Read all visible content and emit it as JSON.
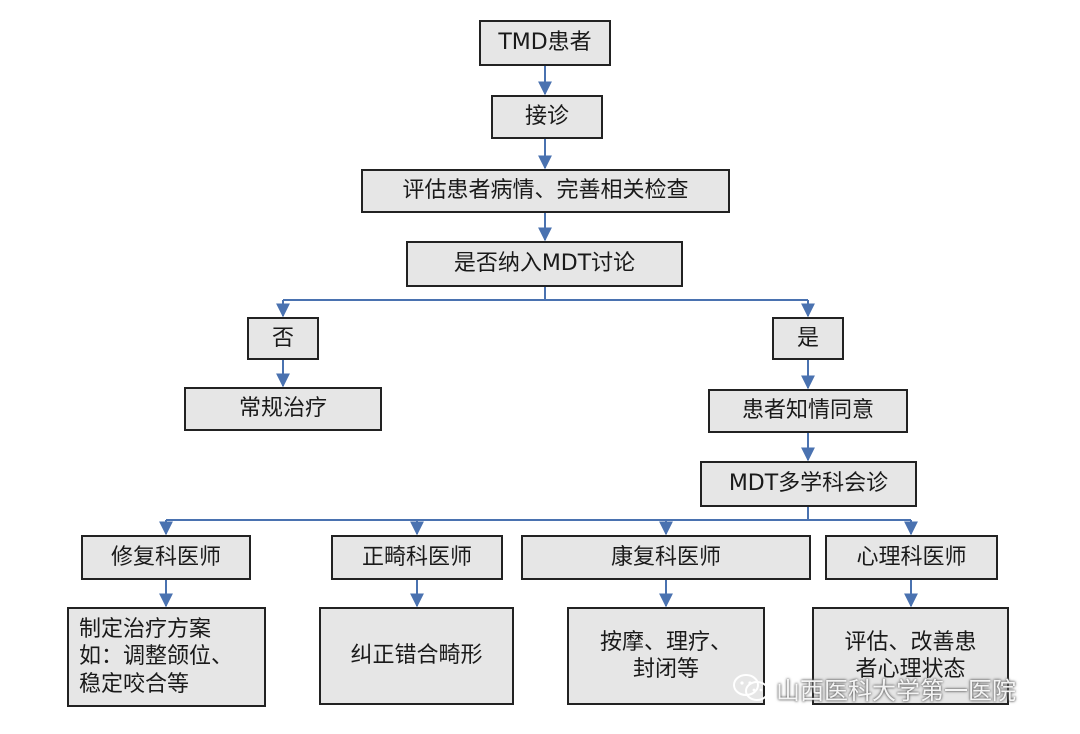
{
  "colors": {
    "box_fill": "#e6e6e6",
    "box_border": "#222222",
    "connector": "#4a72b0"
  },
  "nodes": {
    "tmd_patient": "TMD患者",
    "reception": "接诊",
    "evaluate": "评估患者病情、完善相关检查",
    "mdt_decision": "是否纳入MDT讨论",
    "no": "否",
    "yes": "是",
    "routine_treatment": "常规治疗",
    "informed_consent": "患者知情同意",
    "mdt_consult": "MDT多学科会诊",
    "prosthodontist": "修复科医师",
    "orthodontist": "正畸科医师",
    "rehab_doctor": "康复科医师",
    "psych_doctor": "心理科医师",
    "prostho_task": [
      "制定治疗方案",
      "如：调整颌位、",
      "稳定咬合等"
    ],
    "ortho_task": "纠正错合畸形",
    "rehab_task": [
      "按摩、理疗、",
      "封闭等"
    ],
    "psych_task": [
      "评估、改善患",
      "者心理状态"
    ]
  },
  "watermark": {
    "text": "山西医科大学第一医院",
    "icon": "wechat-icon"
  }
}
